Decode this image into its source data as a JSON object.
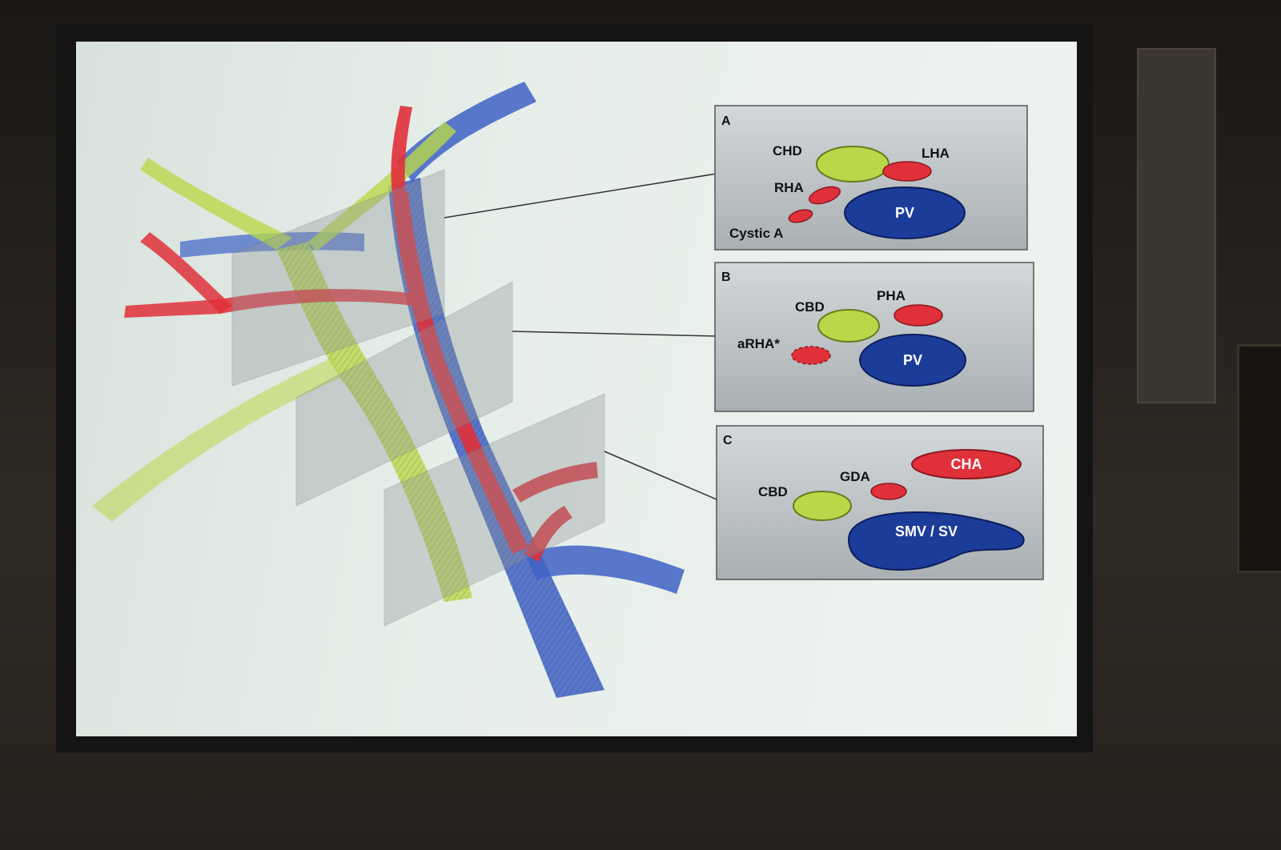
{
  "panels": [
    {
      "letter": "A",
      "labels": {
        "chd": "CHD",
        "lha": "LHA",
        "rha": "RHA",
        "pv": "PV",
        "cystic": "Cystic A"
      }
    },
    {
      "letter": "B",
      "labels": {
        "cbd": "CBD",
        "pha": "PHA",
        "arha": "aRHA*",
        "pv": "PV"
      }
    },
    {
      "letter": "C",
      "labels": {
        "cha": "CHA",
        "gda": "GDA",
        "cbd": "CBD",
        "smv": "SMV / SV"
      }
    }
  ],
  "colors": {
    "artery": "#e0303a",
    "vein": "#1c3c9a",
    "duct": "#b8d84a",
    "panel_fill": "#b8bfc2",
    "plane": "#8e969a"
  }
}
